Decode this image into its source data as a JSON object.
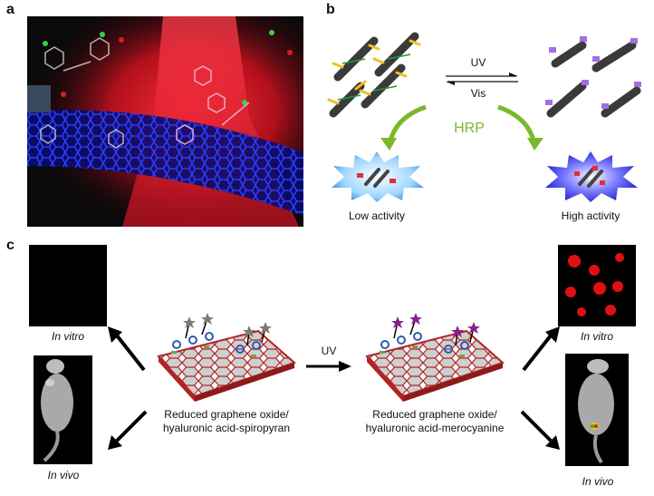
{
  "panels": {
    "a": {
      "label": "a"
    },
    "b": {
      "label": "b",
      "forward_label": "UV",
      "reverse_label": "Vis",
      "enzyme_label": "HRP",
      "left_caption": "Low activity",
      "right_caption": "High activity"
    },
    "c": {
      "label": "c",
      "left_material_line1": "Reduced graphene oxide/",
      "left_material_line2": "hyaluronic acid-spiropyran",
      "right_material_line1": "Reduced graphene oxide/",
      "right_material_line2": "hyaluronic acid-merocyanine",
      "arrow_label": "UV",
      "in_vitro": "In vitro",
      "in_vivo": "In vivo"
    }
  },
  "colors": {
    "hrp_green": "#7ab82b",
    "sheet_red": "#b02424",
    "sheet_grey": "#c8c8c8",
    "fluorescence_red": "#e01010",
    "nanotube_blue": "#1a2cff"
  }
}
